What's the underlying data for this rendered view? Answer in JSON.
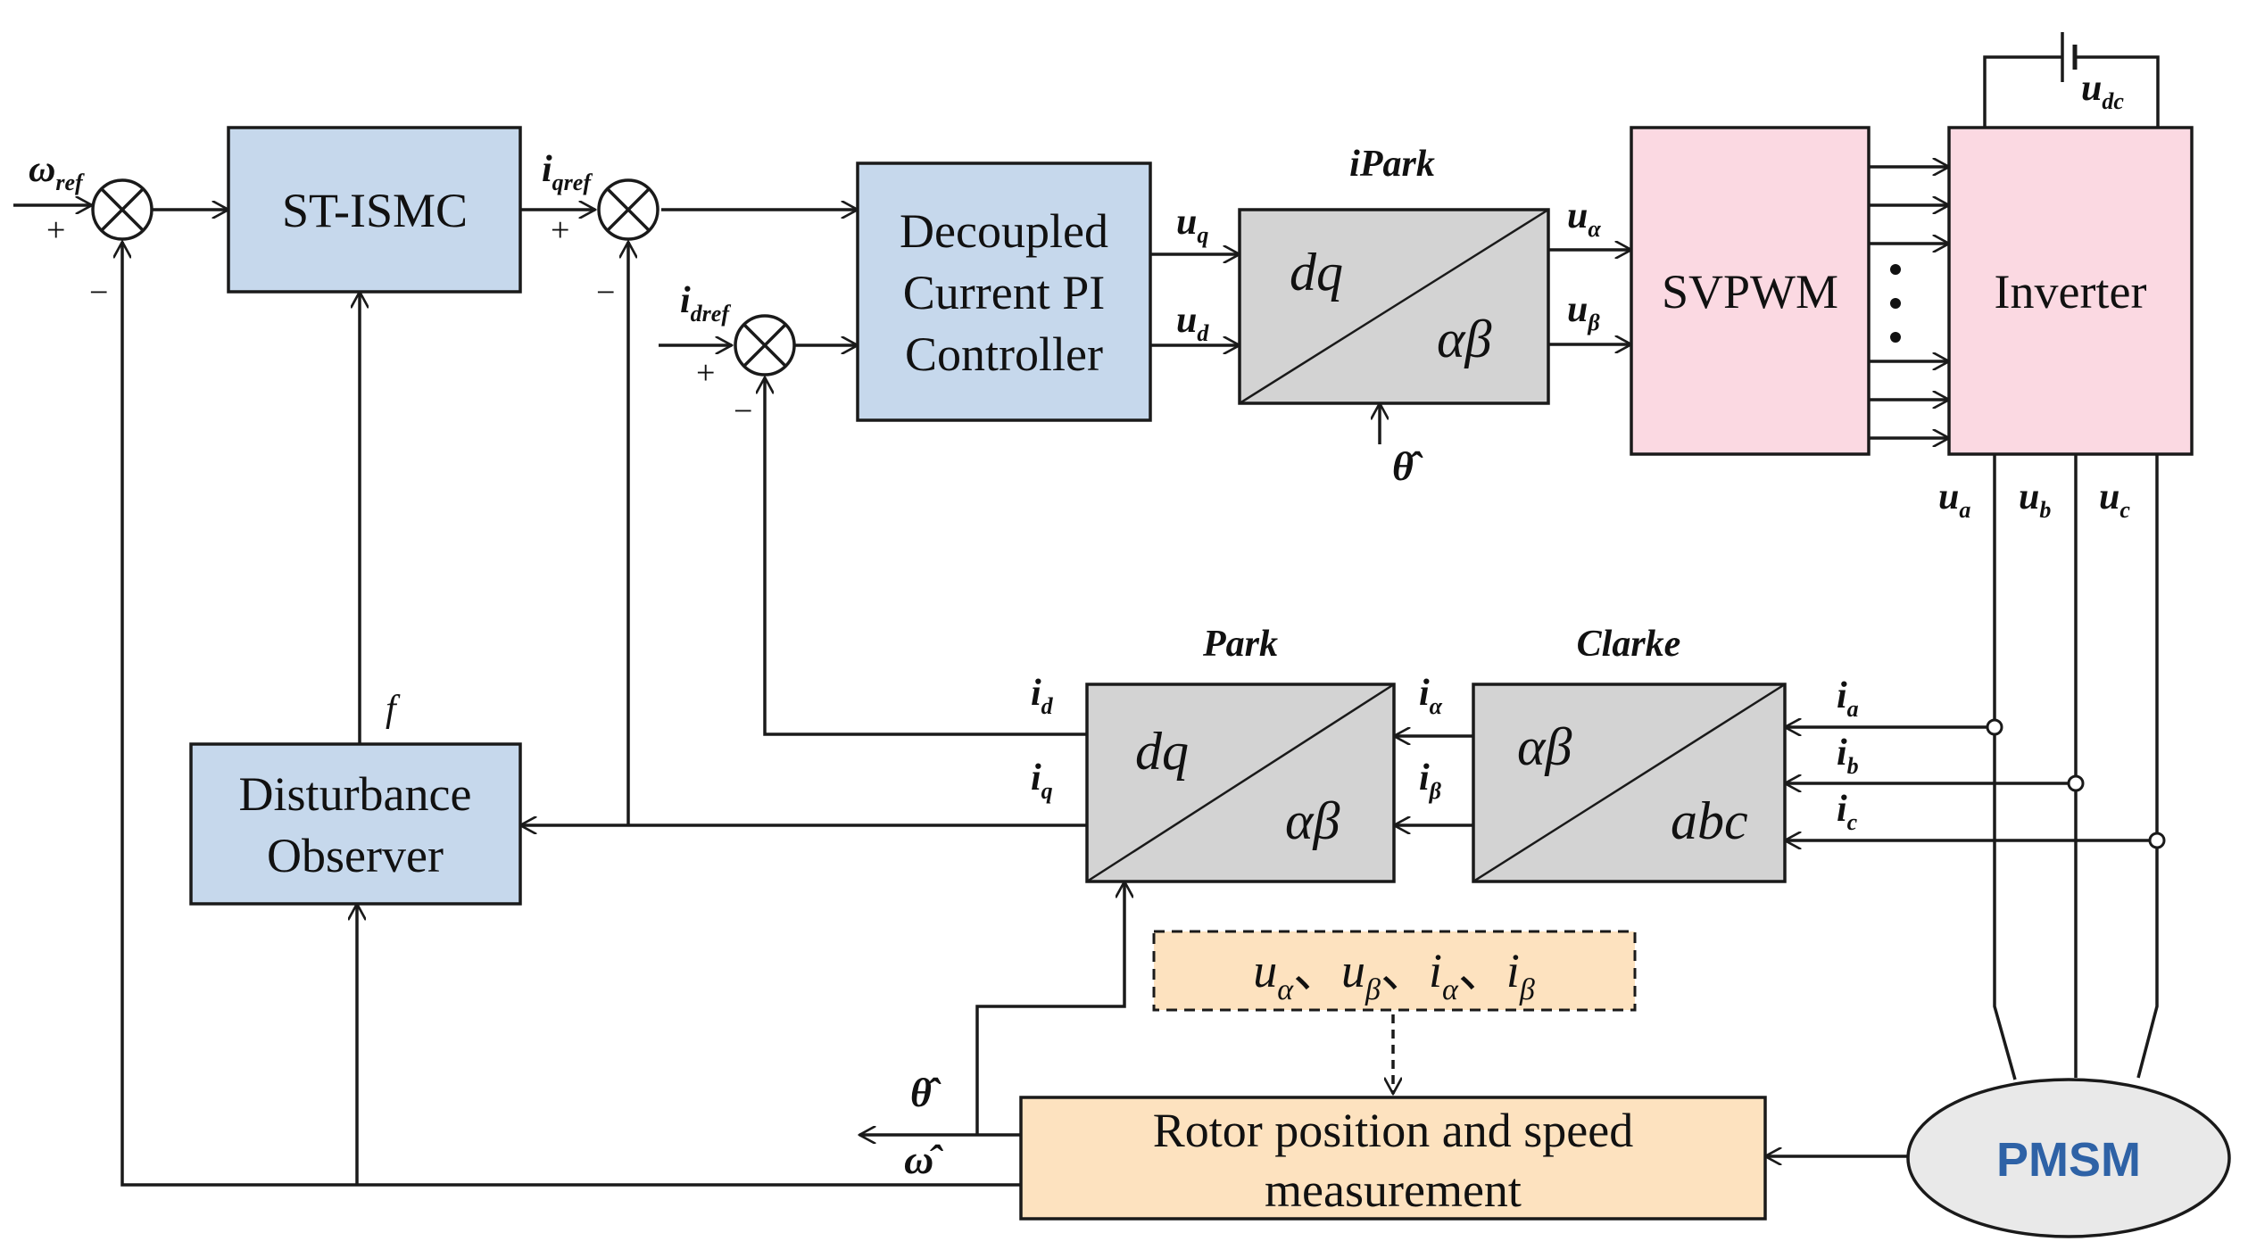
{
  "colors": {
    "controller_fill": "#c6d8ec",
    "transform_fill": "#d3d3d3",
    "power_fill": "#fbd9e2",
    "estimator_fill": "#fde2bf",
    "motor_fill": "#e9e9e9",
    "motor_text": "#2e62a6",
    "line": "#1a1a1a"
  },
  "blocks": {
    "st_ismc": "ST-ISMC",
    "pi_line1": "Decoupled",
    "pi_line2": "Current PI",
    "pi_line3": "Controller",
    "svpwm": "SVPWM",
    "inverter": "Inverter",
    "observer_line1": "Disturbance",
    "observer_line2": "Observer",
    "rotor_line1": "Rotor position and speed",
    "rotor_line2": "measurement",
    "pmsm": "PMSM"
  },
  "transforms": {
    "ipark": {
      "title": "iPark",
      "top": "dq",
      "bottom": "αβ"
    },
    "park": {
      "title": "Park",
      "top": "dq",
      "bottom": "αβ"
    },
    "clarke": {
      "title": "Clarke",
      "top": "αβ",
      "bottom": "abc"
    }
  },
  "signals": {
    "omega_ref": {
      "main": "ω",
      "sub": "ref"
    },
    "i_qref": {
      "main": "i",
      "sub": "qref"
    },
    "i_dref": {
      "main": "i",
      "sub": "dref"
    },
    "u_q": {
      "main": "u",
      "sub": "q"
    },
    "u_d": {
      "main": "u",
      "sub": "d"
    },
    "u_alpha": {
      "main": "u",
      "sub": "α"
    },
    "u_beta": {
      "main": "u",
      "sub": "β"
    },
    "u_dc": {
      "main": "u",
      "sub": "dc"
    },
    "u_a": {
      "main": "u",
      "sub": "a"
    },
    "u_b": {
      "main": "u",
      "sub": "b"
    },
    "u_c": {
      "main": "u",
      "sub": "c"
    },
    "i_a": {
      "main": "i",
      "sub": "a"
    },
    "i_b": {
      "main": "i",
      "sub": "b"
    },
    "i_c": {
      "main": "i",
      "sub": "c"
    },
    "i_alpha": {
      "main": "i",
      "sub": "α"
    },
    "i_beta": {
      "main": "i",
      "sub": "β"
    },
    "i_d": {
      "main": "i",
      "sub": "d"
    },
    "i_q": {
      "main": "i",
      "sub": "q"
    },
    "f": "f",
    "theta_hat": "θ̂",
    "omega_hat": "ω̂"
  },
  "signs": {
    "plus": "+",
    "minus": "−"
  },
  "estimator_inputs": {
    "u_alpha": {
      "main": "u",
      "sub": "α"
    },
    "u_beta": {
      "main": "u",
      "sub": "β"
    },
    "i_alpha": {
      "main": "i",
      "sub": "α"
    },
    "i_beta": {
      "main": "i",
      "sub": "β"
    },
    "separator": "、"
  }
}
